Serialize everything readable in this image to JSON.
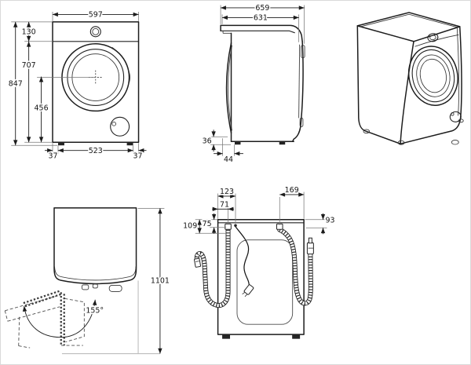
{
  "views": {
    "front": {
      "width": "597",
      "height": "847",
      "panel_height": "130",
      "body_height": "707",
      "hub_height": "456",
      "feet_span": "523",
      "foot_inset_left": "37",
      "foot_inset_right": "37"
    },
    "side": {
      "depth_total": "659",
      "depth_body": "631",
      "bottom_clearance": "36",
      "foot_setback": "44"
    },
    "door_open": {
      "depth_with_door_open": "1101",
      "door_opening_angle": "155°"
    },
    "rear": {
      "cord_offset_left": "123",
      "drain_hose_offset_left": "71",
      "inlet_hose_offset_right": "169",
      "drain_hose_drop": "109",
      "drain_hose_drop_upper": "75",
      "inlet_hose_drop": "93"
    }
  }
}
